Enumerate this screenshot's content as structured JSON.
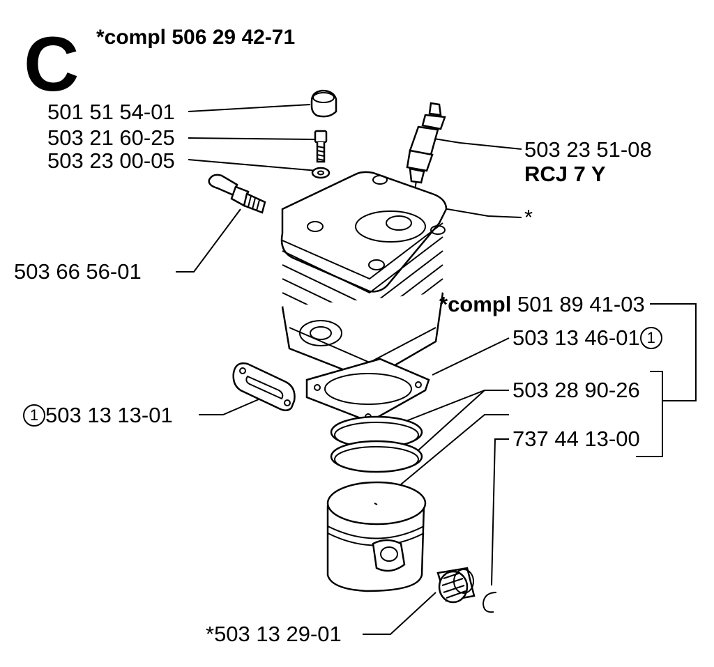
{
  "section_letter": "C",
  "header_kit": "*compl 506 29 42-71",
  "parts": {
    "cap": "501 51 54-01",
    "screw": "503 21 60-25",
    "washer": "503 23 00-05",
    "spark_plug": "503 23 51-08",
    "spark_plug_type": "RCJ 7 Y",
    "cylinder_ref": "*",
    "decomp_valve": "503 66 56-01",
    "compl_prefix": "*compl",
    "compl_number": "501 89 41-03",
    "base_gasket": "503 13 46-01",
    "muffler_gasket": "503 13 13-01",
    "piston_ring": "503 28 90-26",
    "circlip": "737 44 13-00",
    "needle_bearing": "*503 13 29-01",
    "circle_marker": "1"
  }
}
